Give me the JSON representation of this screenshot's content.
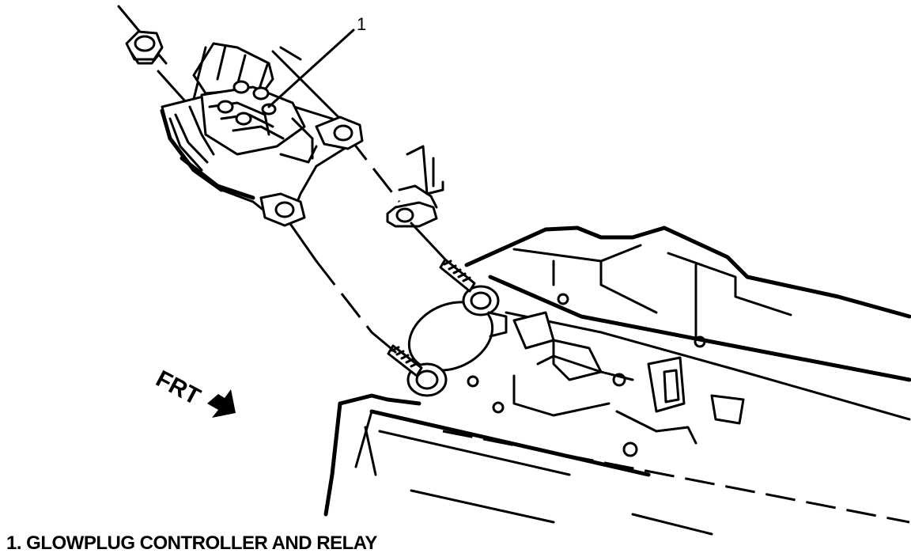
{
  "callout": {
    "number": "1"
  },
  "direction_marker": {
    "label": "FRT",
    "icon": "arrow-icon"
  },
  "legend": {
    "items": [
      {
        "text": "1. GLOWPLUG CONTROLLER AND RELAY"
      }
    ]
  }
}
